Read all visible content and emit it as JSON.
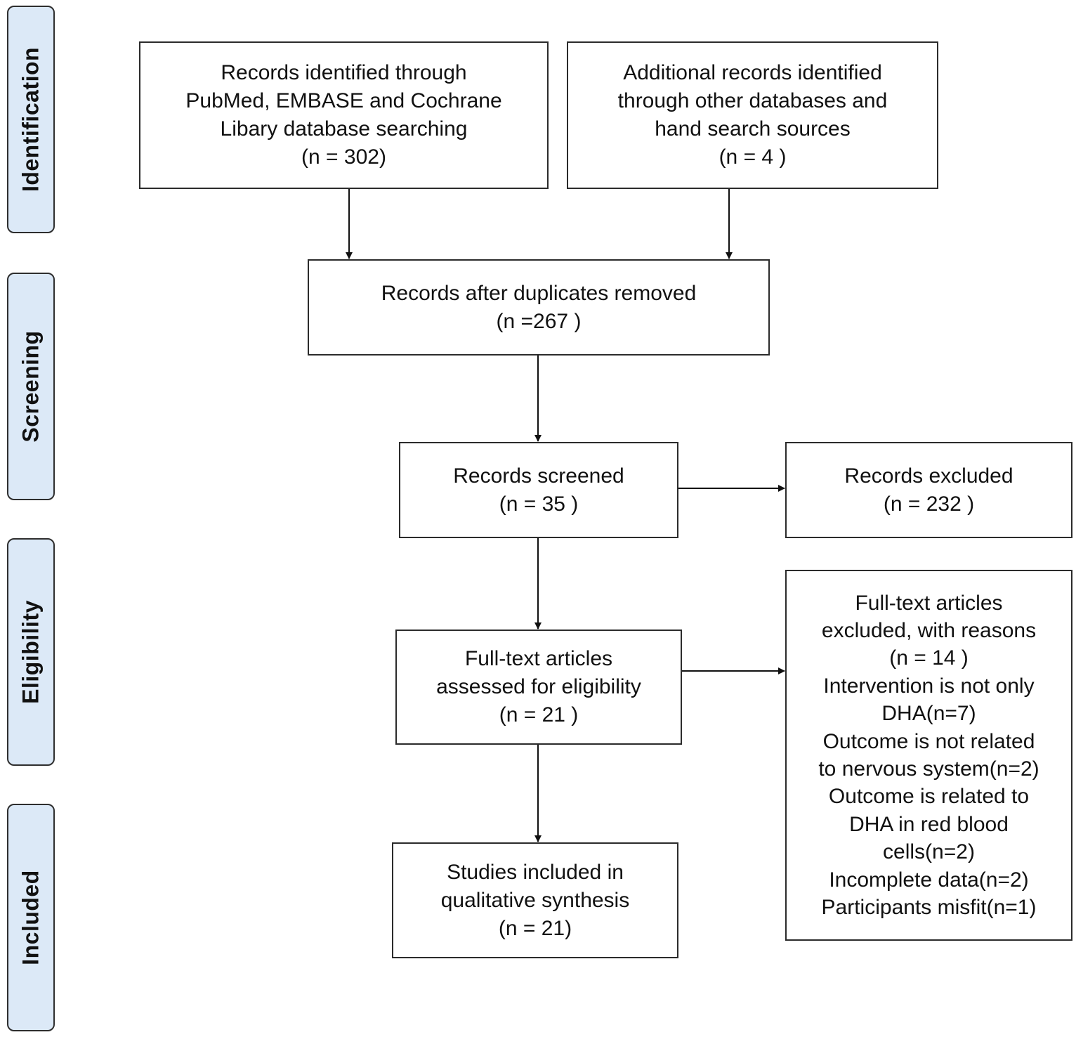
{
  "stages": [
    {
      "id": "identification",
      "label": "Identification"
    },
    {
      "id": "screening",
      "label": "Screening"
    },
    {
      "id": "eligibility",
      "label": "Eligibility"
    },
    {
      "id": "included",
      "label": "Included"
    }
  ],
  "boxes": {
    "records_identified": {
      "lines": [
        "Records identified through",
        "PubMed, EMBASE and Cochrane",
        "Libary database searching",
        "(n = 302)"
      ]
    },
    "additional_records": {
      "lines": [
        "Additional records identified",
        "through other databases and",
        "hand search sources",
        "(n = 4 )"
      ]
    },
    "after_duplicates": {
      "lines": [
        "Records after duplicates removed",
        "(n =267 )"
      ]
    },
    "screened": {
      "lines": [
        "Records screened",
        "(n = 35 )"
      ]
    },
    "excluded": {
      "lines": [
        "Records excluded",
        "(n = 232 )"
      ]
    },
    "full_text_assessed": {
      "lines": [
        "Full-text articles",
        "assessed for eligibility",
        "(n = 21 )"
      ]
    },
    "full_text_excluded": {
      "lines": [
        "Full-text articles",
        "excluded, with reasons",
        "(n = 14 )",
        "Intervention is not only",
        "DHA(n=7)",
        "Outcome is not related",
        "to nervous system(n=2)",
        "Outcome is related to",
        "DHA in red blood",
        "cells(n=2)",
        "Incomplete data(n=2)",
        "Participants misfit(n=1)"
      ]
    },
    "included": {
      "lines": [
        "Studies included in",
        "qualitative synthesis",
        "(n = 21)"
      ]
    }
  }
}
